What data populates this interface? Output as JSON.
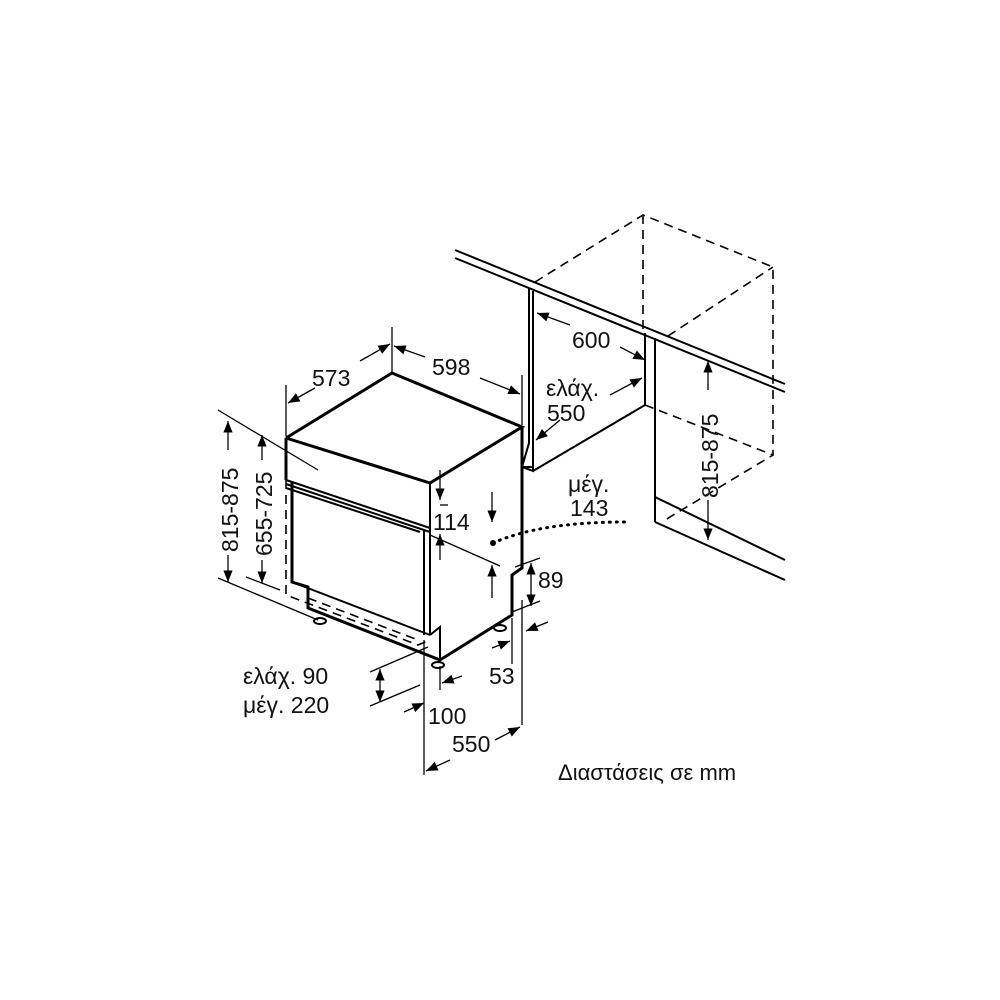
{
  "diagram": {
    "labels": {
      "depth_573": "573",
      "width_598": "598",
      "niche_width_600": "600",
      "niche_depth_min_prefix": "ελάχ.",
      "niche_depth_min_value": "550",
      "niche_height": "815-875",
      "vent_max_prefix": "μέγ.",
      "vent_max_value": "143",
      "panel_114": "114",
      "step_89": "89",
      "foot_53": "53",
      "plinth_min": "ελάχ. 90",
      "plinth_max": "μέγ. 220",
      "plinth_100": "100",
      "depth_550": "550",
      "height_815_875": "815-875",
      "height_655_725": "655-725"
    },
    "caption": "Διαστάσεις σε mm"
  }
}
